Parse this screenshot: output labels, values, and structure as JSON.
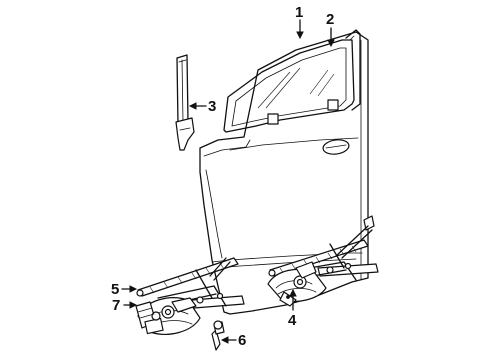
{
  "callouts": [
    {
      "id": "1",
      "label": "1"
    },
    {
      "id": "2",
      "label": "2"
    },
    {
      "id": "3",
      "label": "3"
    },
    {
      "id": "4",
      "label": "4"
    },
    {
      "id": "5",
      "label": "5"
    },
    {
      "id": "6",
      "label": "6"
    },
    {
      "id": "7",
      "label": "7"
    }
  ],
  "parts": [
    {
      "callout": "1",
      "name": "door-glass"
    },
    {
      "callout": "2",
      "name": "glass-run-channel"
    },
    {
      "callout": "3",
      "name": "rear-glass-channel"
    },
    {
      "callout": "4",
      "name": "right-window-regulator"
    },
    {
      "callout": "5",
      "name": "left-window-regulator"
    },
    {
      "callout": "6",
      "name": "window-crank-handle"
    },
    {
      "callout": "7",
      "name": "regulator-motor"
    }
  ]
}
